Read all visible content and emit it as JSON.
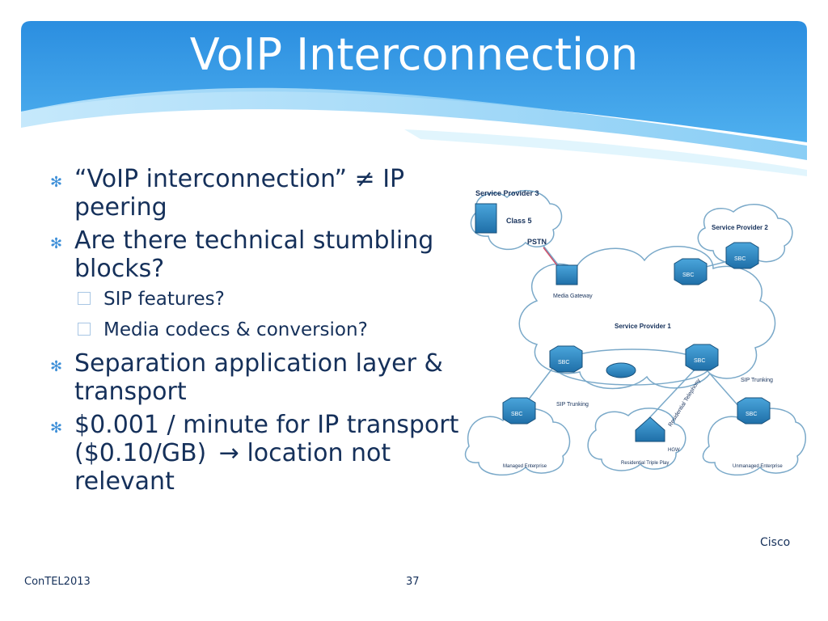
{
  "slide": {
    "title": "VoIP Interconnection",
    "bullets": [
      {
        "text": "“VoIP interconnection” ≠ IP peering",
        "level": 1
      },
      {
        "text": "Are there technical stumbling blocks?",
        "level": 1
      },
      {
        "text": "SIP features?",
        "level": 2
      },
      {
        "text": "Media codecs & conversion?",
        "level": 2
      },
      {
        "text": "Separation application layer & transport",
        "level": 1
      },
      {
        "text": "$0.001 / minute for IP transport ($0.10/GB)",
        "suffix": "location not relevant",
        "arrow": "→",
        "level": 1
      }
    ],
    "credit": "Cisco",
    "footer_left": "ConTEL2013",
    "page_number": "37"
  },
  "diagram": {
    "sp3_label": "Service Provider 3",
    "class5_label": "Class 5",
    "pstn_label": "PSTN",
    "sp2_label": "Service Provider 2",
    "sbc_label": "SBC",
    "media_gateway_label": "Media Gateway",
    "sp1_label": "Service Provider 1",
    "sip_trunking_label": "SIP Trunking",
    "residential_telephony_label": "Residential Telephony",
    "hgw_label": "HGW",
    "managed_label": "Managed Enterprise",
    "residential_triple_play_label": "Residential Triple Play",
    "unmanaged_label": "Unmanaged Enterprise"
  },
  "colors": {
    "banner_top": "#2a8fe0",
    "banner_light": "#8fd0f7",
    "text_dark": "#15305a",
    "bullet_mark": "#3d8fd8",
    "device_blue": "#2d87c2",
    "cloud_stroke": "#7aa9c9"
  }
}
